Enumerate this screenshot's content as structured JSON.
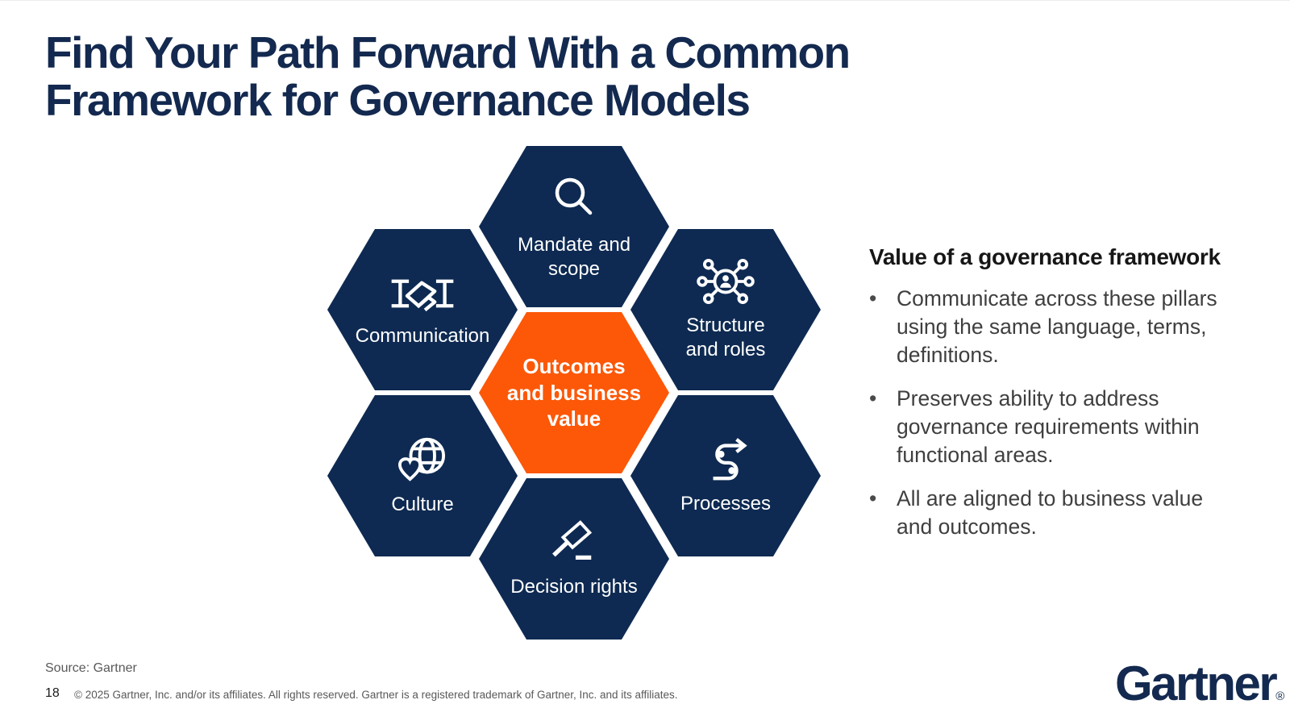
{
  "slide": {
    "title": "Find Your Path Forward With a Common\nFramework for Governance Models",
    "page_number": "18",
    "source": "Source: Gartner",
    "copyright": "© 2025 Gartner, Inc. and/or its affiliates. All rights reserved. Gartner is a registered trademark of Gartner, Inc. and its affiliates.",
    "logo_text": "Gartner",
    "logo_reg": "®"
  },
  "colors": {
    "hexagon_navy": "#0E2A52",
    "hexagon_orange": "#FC5808",
    "title_navy": "#13294F",
    "body_text_gray": "#3F3F3F",
    "footer_gray": "#595959"
  },
  "hexagons": {
    "mandate": {
      "label": "Mandate and\nscope",
      "icon": "magnifier"
    },
    "communication": {
      "label": "Communication",
      "icon": "handshake"
    },
    "structure": {
      "label": "Structure\nand roles",
      "icon": "org-network"
    },
    "outcomes": {
      "label": "Outcomes\nand business\nvalue",
      "icon": "none"
    },
    "culture": {
      "label": "Culture",
      "icon": "globe-heart"
    },
    "processes": {
      "label": "Processes",
      "icon": "process-flow"
    },
    "decision": {
      "label": "Decision rights",
      "icon": "gavel"
    }
  },
  "right_panel": {
    "heading": "Value of a governance framework",
    "bullets": [
      "Communicate across these pillars using the same language, terms, definitions.",
      "Preserves ability to address governance requirements within functional areas.",
      "All are aligned to business value and outcomes."
    ]
  }
}
